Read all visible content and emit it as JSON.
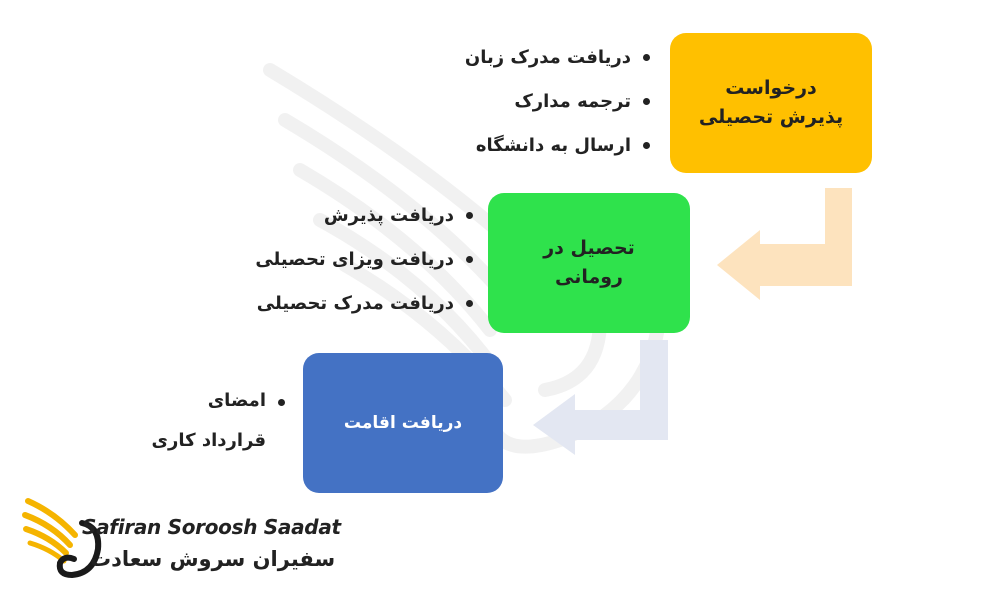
{
  "steps": [
    {
      "label": "درخواست پذیرش تحصیلی",
      "color": "#ffc000",
      "bullets": [
        "دریافت مدرک زبان",
        "ترجمه مدارک",
        "ارسال به دانشگاه"
      ]
    },
    {
      "label": "تحصیل در رومانی",
      "color": "#2fe24c",
      "bullets": [
        "دریافت پذیرش",
        "دریافت ویزای تحصیلی",
        "دریافت مدرک تحصیلی"
      ]
    },
    {
      "label": "دریافت اقامت",
      "color": "#4472c4",
      "bullets": [
        "امضای قرارداد کاری"
      ]
    }
  ],
  "arrow_colors": [
    "#fde3be",
    "#e3e7f2"
  ],
  "logo": {
    "latin": "Safiran Soroosh Saadat",
    "farsi": "سفیران سروش سعادت",
    "accent": "#f5b400"
  }
}
